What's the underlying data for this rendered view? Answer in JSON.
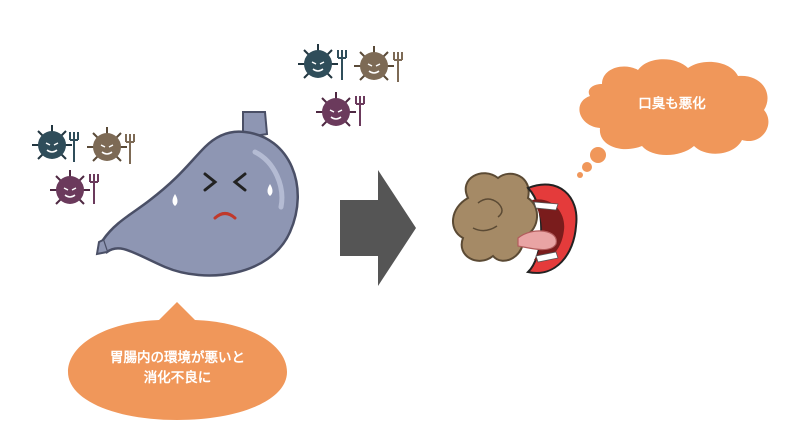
{
  "bottom_callout": {
    "line1": "胃腸内の環境が悪いと",
    "line2": "消化不良に",
    "color": "#f0975a"
  },
  "thought_bubble": {
    "text": "口臭も悪化",
    "color": "#f0975a"
  },
  "arrow": {
    "color": "#555555"
  },
  "stomach": {
    "color": "#8e96b3",
    "outline": "#4a4f66"
  },
  "germ_colors": {
    "teal": "#2f4d5a",
    "brown": "#7d6a55",
    "purple": "#6b3a5c"
  },
  "icons": [
    "germ-icon",
    "stomach-icon",
    "arrow-right-icon",
    "mouth-icon",
    "bad-breath-cloud-icon"
  ]
}
